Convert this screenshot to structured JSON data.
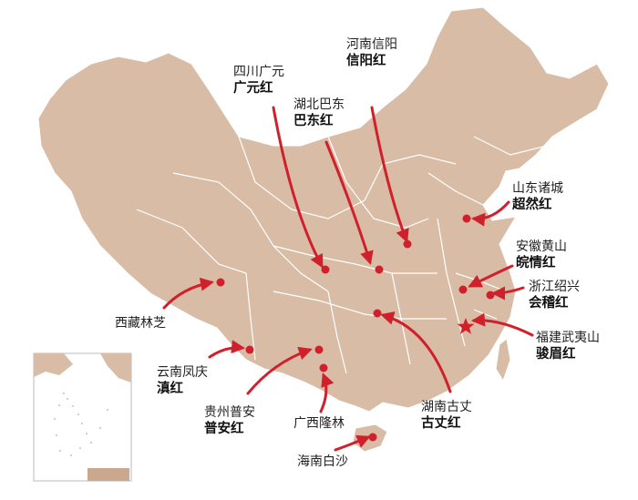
{
  "labels": [
    {
      "id": "sichuan",
      "location": "四川广元",
      "tea": "广元红"
    },
    {
      "id": "henan",
      "location": "河南信阳",
      "tea": "信阳红"
    },
    {
      "id": "hubei",
      "location": "湖北巴东",
      "tea": "巴东红"
    },
    {
      "id": "shandong",
      "location": "山东诸城",
      "tea": "超然红"
    },
    {
      "id": "anhui",
      "location": "安徽黄山",
      "tea": "皖情红"
    },
    {
      "id": "zhejiang",
      "location": "浙江绍兴",
      "tea": "会稽红"
    },
    {
      "id": "fujian",
      "location": "福建武夷山",
      "tea": "骏眉红"
    },
    {
      "id": "tibet",
      "location": "西藏林芝",
      "tea": ""
    },
    {
      "id": "yunnan",
      "location": "云南凤庆",
      "tea": "滇红"
    },
    {
      "id": "guizhou",
      "location": "贵州普安",
      "tea": "普安红"
    },
    {
      "id": "guangxi",
      "location": "广西隆林",
      "tea": ""
    },
    {
      "id": "hunan",
      "location": "湖南古丈",
      "tea": "古丈红"
    },
    {
      "id": "hainan",
      "location": "海南白沙",
      "tea": ""
    }
  ],
  "colors": {
    "land": "#d9bca5",
    "border": "#ffffff",
    "marker": "#d0202b",
    "arrow": "#d0202b"
  },
  "icons": {
    "origin_marker": "star-icon"
  }
}
